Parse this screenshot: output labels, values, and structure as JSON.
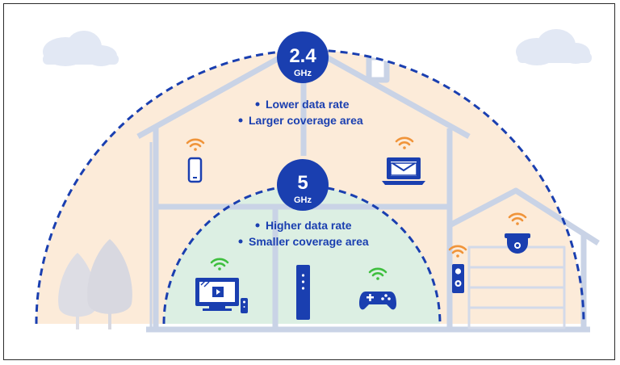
{
  "bands": {
    "band_24": {
      "value": "2.4",
      "unit": "GHz",
      "bullets": [
        "Lower data rate",
        "Larger coverage area"
      ]
    },
    "band_5": {
      "value": "5",
      "unit": "GHz",
      "bullets": [
        "Higher data rate",
        "Smaller coverage area"
      ]
    }
  },
  "devices": [
    {
      "icon": "smartphone-icon",
      "signal_color": "#f0943a",
      "zone": "2.4 GHz"
    },
    {
      "icon": "laptop-email-icon",
      "signal_color": "#f0943a",
      "zone": "2.4 GHz"
    },
    {
      "icon": "security-camera-icon",
      "signal_color": "#f0943a",
      "zone": "2.4 GHz"
    },
    {
      "icon": "video-doorbell-icon",
      "signal_color": "#f0943a",
      "zone": "2.4 GHz"
    },
    {
      "icon": "smart-tv-icon",
      "signal_color": "#3fbf3f",
      "zone": "5 GHz"
    },
    {
      "icon": "router-icon",
      "signal_color": "",
      "zone": "5 GHz"
    },
    {
      "icon": "game-controller-icon",
      "signal_color": "#3fbf3f",
      "zone": "5 GHz"
    }
  ],
  "colors": {
    "accent_blue": "#1a3fb0",
    "outer_zone": "#fcebd9",
    "inner_zone": "#dcefe3",
    "house_outline": "#c9d3e6",
    "signal_24": "#f0943a",
    "signal_5": "#3fbf3f"
  }
}
